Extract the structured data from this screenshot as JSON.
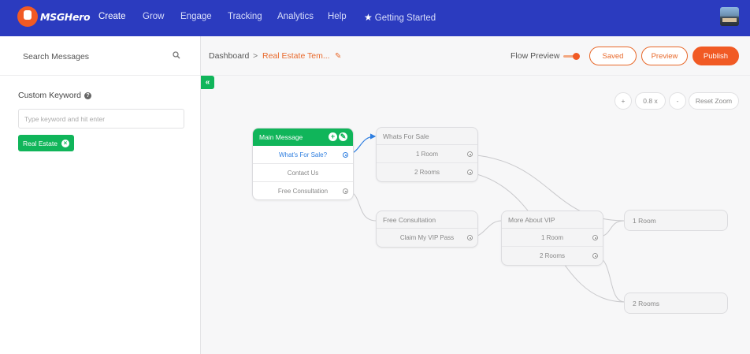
{
  "nav": {
    "logo": "MSGHero",
    "items": [
      "Create",
      "Grow",
      "Engage",
      "Tracking",
      "Analytics",
      "Help"
    ],
    "getting_started": "Getting Started"
  },
  "sidebar": {
    "search_label": "Search Messages",
    "keyword_label": "Custom Keyword",
    "keyword_placeholder": "Type keyword and hit enter",
    "tags": [
      "Real Estate"
    ]
  },
  "header": {
    "breadcrumb_home": "Dashboard",
    "breadcrumb_sep": ">",
    "breadcrumb_current": "Real Estate Tem...",
    "flow_preview_label": "Flow Preview",
    "flow_preview_on": true,
    "saved_label": "Saved",
    "preview_label": "Preview",
    "publish_label": "Publish"
  },
  "zoom": {
    "plus": "+",
    "level": "0.8 x",
    "minus": "-",
    "reset": "Reset Zoom"
  },
  "nodes": {
    "main": {
      "title": "Main Message",
      "rows": [
        "What's For Sale?",
        "Contact Us",
        "Free Consultation"
      ]
    },
    "whats_for_sale": {
      "title": "Whats For Sale",
      "rows": [
        "1 Room",
        "2 Rooms"
      ]
    },
    "free_consultation": {
      "title": "Free Consultation",
      "rows": [
        "Claim My VIP Pass"
      ]
    },
    "more_about_vip": {
      "title": "More About VIP",
      "rows": [
        "1 Room",
        "2 Rooms"
      ]
    },
    "leaf_1_room": {
      "title": "1 Room"
    },
    "leaf_2_rooms": {
      "title": "2 Rooms"
    }
  },
  "colors": {
    "nav_bg": "#2b3bbf",
    "accent": "#f15a24",
    "green": "#10b55a",
    "link_blue": "#2e7ee0"
  }
}
